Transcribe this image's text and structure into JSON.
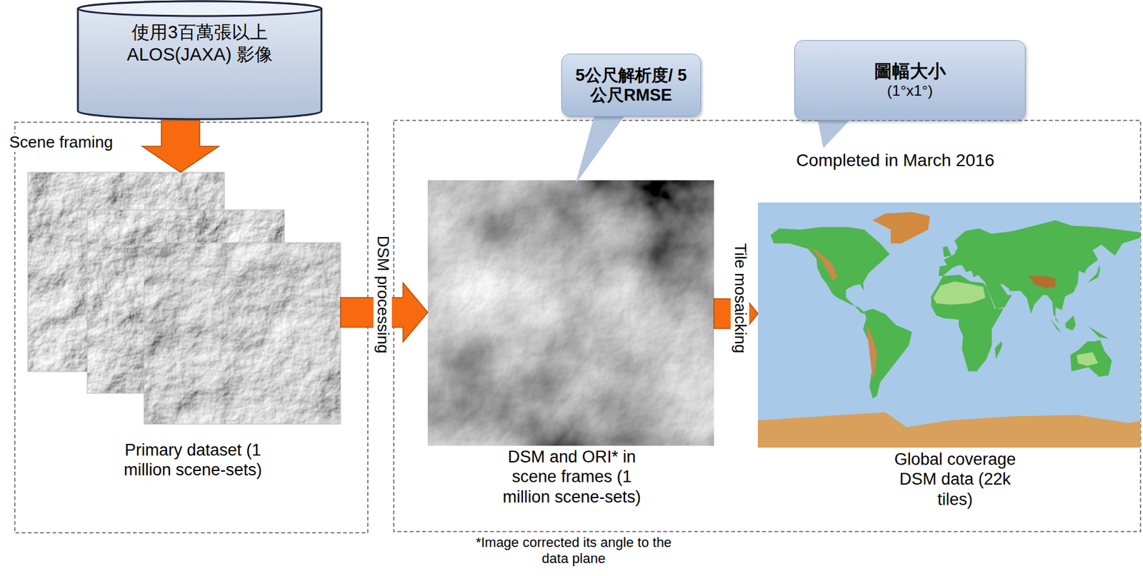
{
  "diagram": {
    "nodes": [
      {
        "text": [
          "使用3百萬張以上 ALOS(JAXA) 影像"
        ]
      },
      {
        "text": [
          "Primary dataset (1 million scene-sets)"
        ]
      },
      {
        "text": [
          "DSM and ORI* in scene frames (1 million scene-sets)"
        ]
      },
      {
        "text": [
          "Global coverage DSM data (22k tiles)"
        ]
      },
      {
        "text": [
          "5公尺解析度/ 5公尺RMSE"
        ]
      },
      {
        "text": [
          "圖幅大小",
          "(1°x1°)"
        ]
      }
    ],
    "edges": [
      {
        "from": 0,
        "to": 1,
        "arrow": "to",
        "label": "Scene framing"
      },
      {
        "from": 1,
        "to": 2,
        "arrow": "to",
        "label": "DSM processing"
      },
      {
        "from": 2,
        "to": 3,
        "arrow": "to",
        "label": "Tile mosaicking"
      }
    ],
    "labels": [
      "Completed in March 2016",
      "*Image corrected its angle to the data plane"
    ]
  }
}
